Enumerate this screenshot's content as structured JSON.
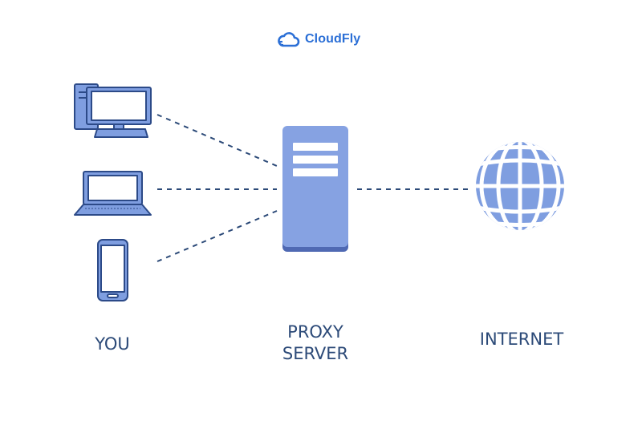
{
  "brand": {
    "name": "CloudFly",
    "color": "#2b6fd6",
    "icon": "cloud-icon"
  },
  "nodes": {
    "you": {
      "label": "YOU",
      "devices": [
        "desktop-computer-icon",
        "laptop-icon",
        "smartphone-icon"
      ]
    },
    "proxy": {
      "line1": "PROXY",
      "line2": "SERVER",
      "icon": "server-icon"
    },
    "internet": {
      "label": "INTERNET",
      "icon": "globe-icon"
    }
  },
  "colors": {
    "icon_fill": "#7f9ee0",
    "icon_stroke": "#2c4a88",
    "connector": "#2c4a78",
    "label_text": "#2c4a78"
  }
}
